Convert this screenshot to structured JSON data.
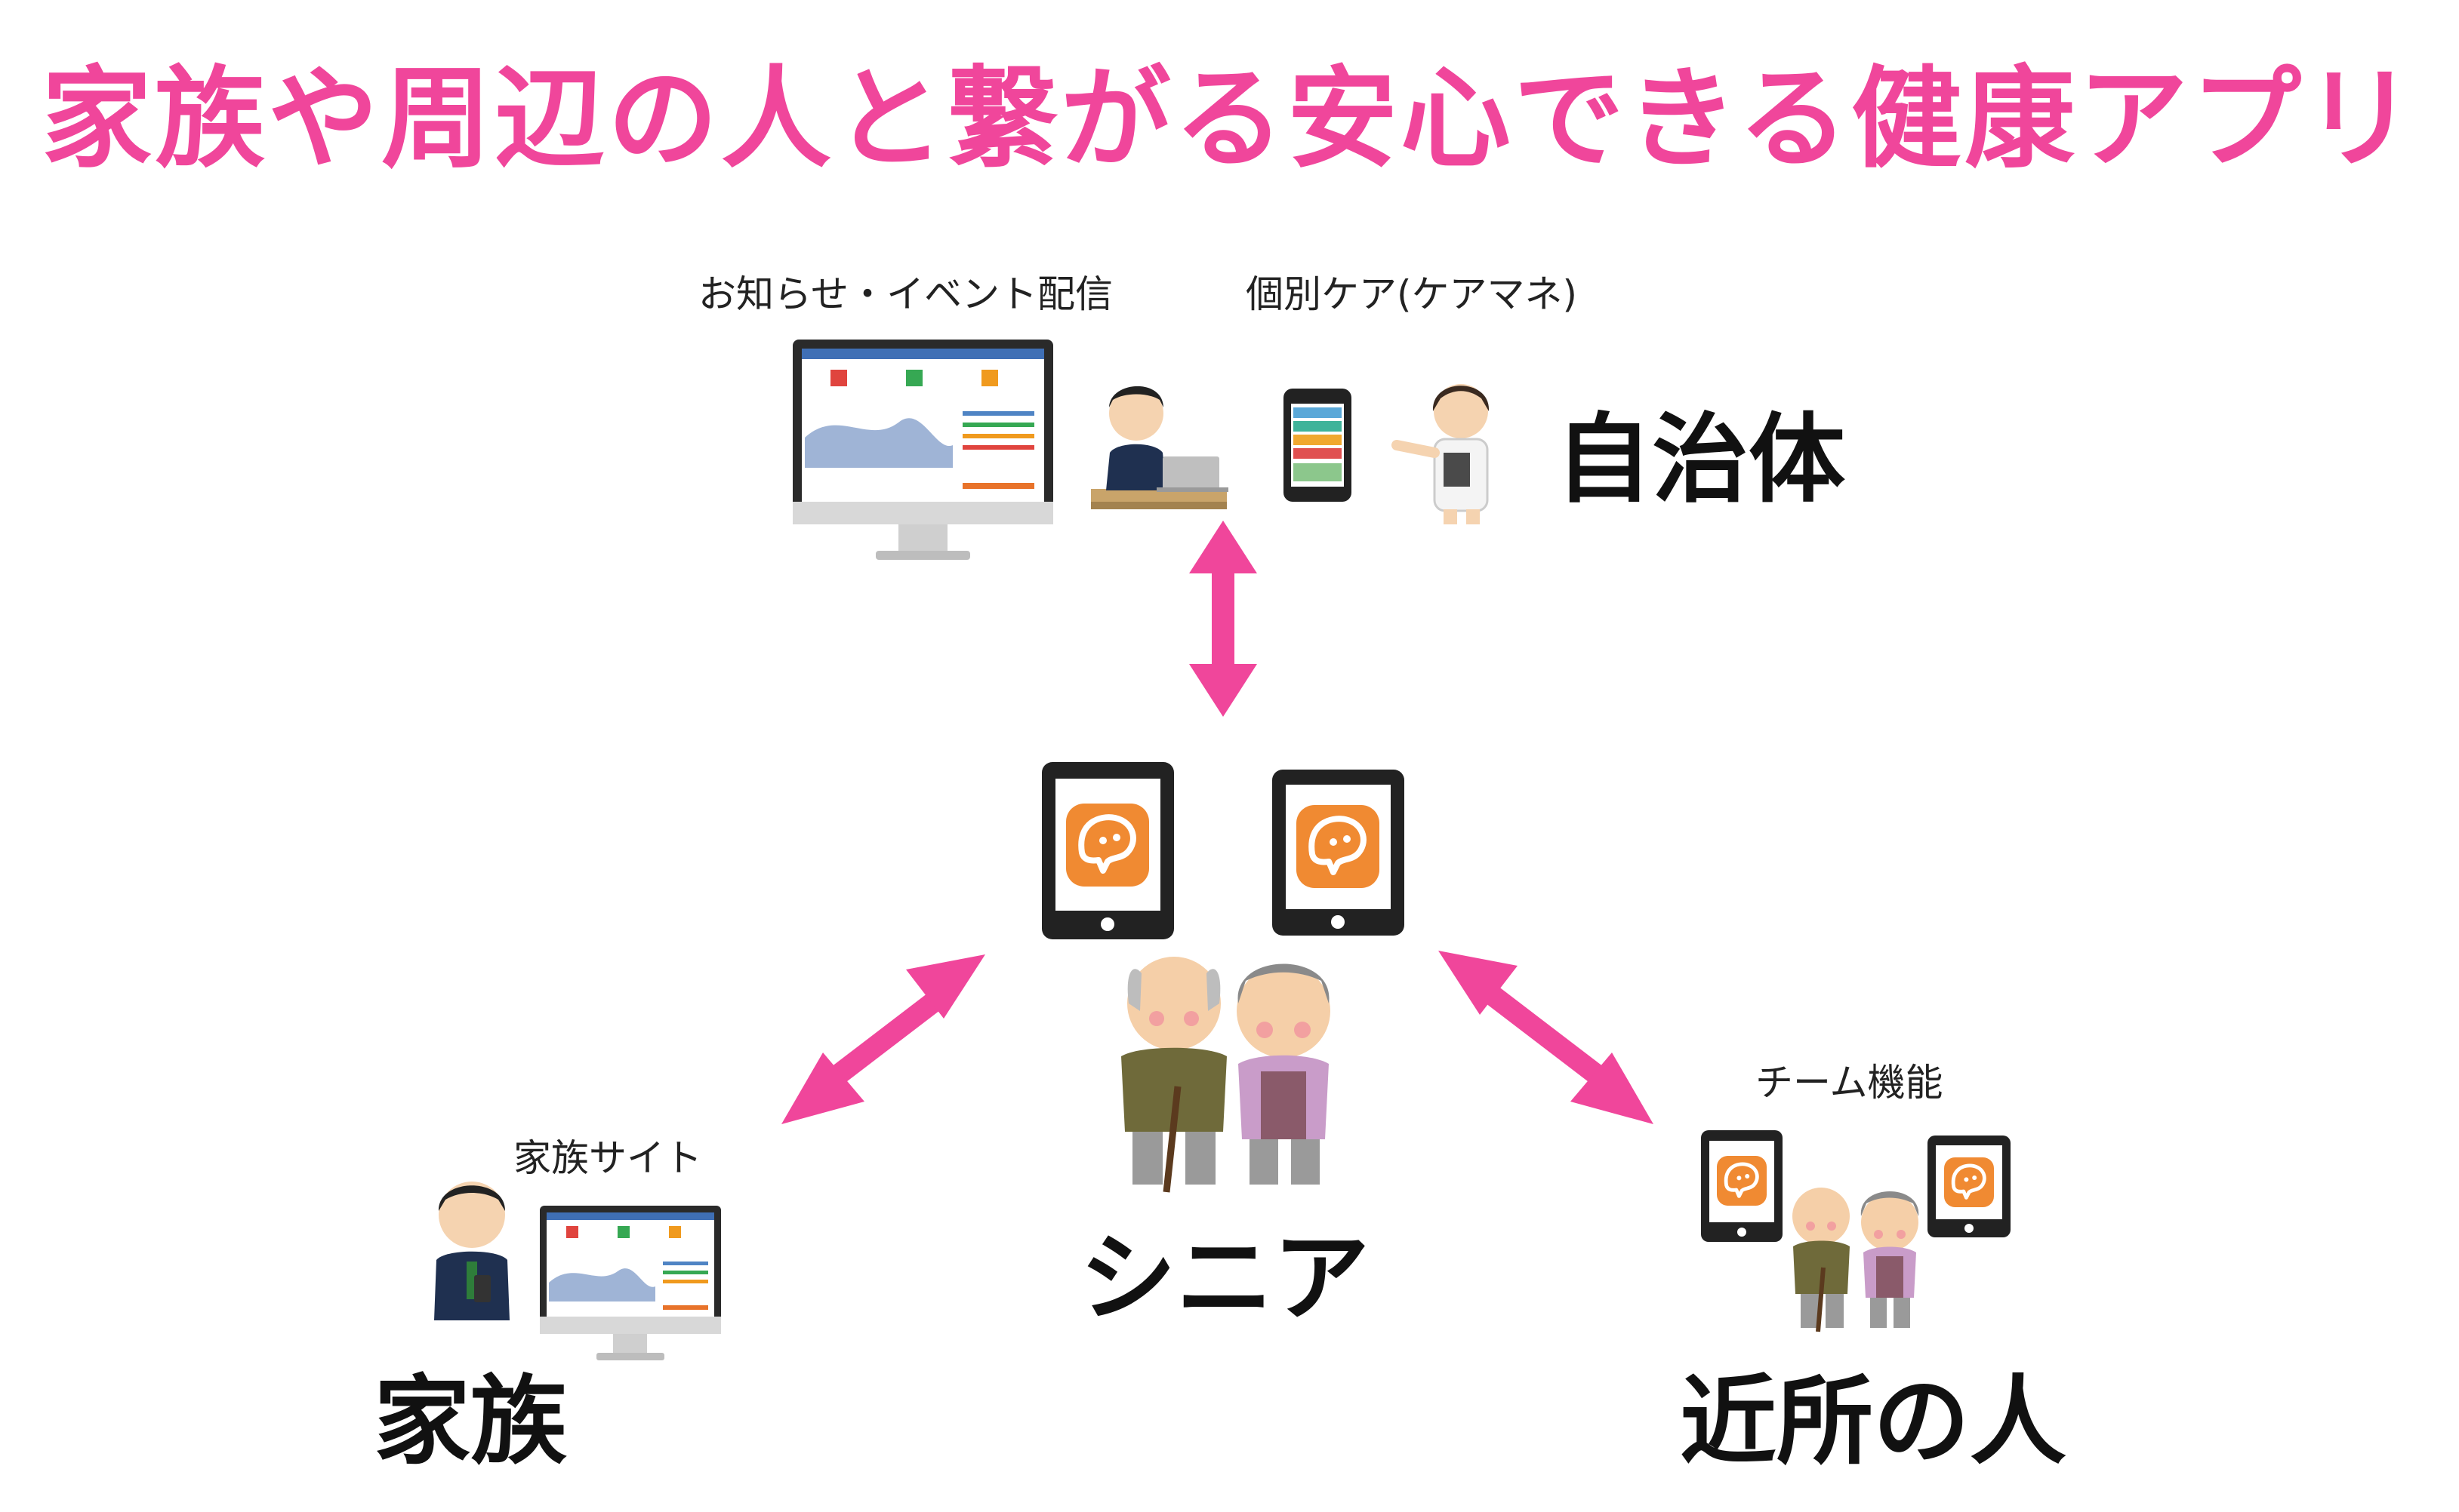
{
  "title": "家族や周辺の人と繋がる安心できる健康アプリ",
  "municipality": {
    "label": "自治体",
    "caption_notice": "お知らせ・イベント配信",
    "caption_care": "個別ケア(ケアマネ)"
  },
  "senior": {
    "label": "シニア"
  },
  "family": {
    "label": "家族",
    "caption": "家族サイト"
  },
  "neighbors": {
    "label": "近所の人",
    "caption": "チーム機能"
  },
  "colors": {
    "accent": "#f0469b",
    "app_orange": "#f08a32",
    "device": "#222222"
  }
}
